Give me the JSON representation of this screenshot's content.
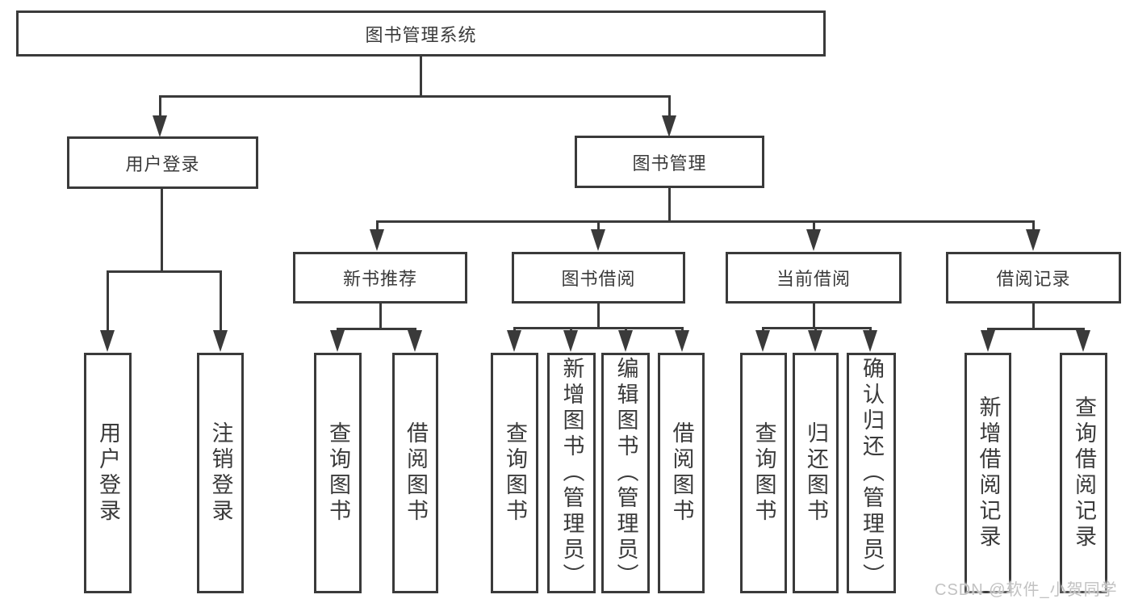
{
  "diagram": {
    "title": "图书管理系统",
    "root": {
      "label": "图书管理系统"
    },
    "branches": {
      "user_login": {
        "label": "用户登录",
        "children": {
          "login": "用户登录",
          "logout": "注销登录"
        }
      },
      "book_mgmt": {
        "label": "图书管理",
        "sections": {
          "new_book": {
            "label": "新书推荐",
            "children": {
              "query": "查询图书",
              "borrow": "借阅图书"
            }
          },
          "borrow": {
            "label": "图书借阅",
            "children": {
              "query": "查询图书",
              "add": "新增图书（管理员）",
              "edit": "编辑图书（管理员）",
              "borrow": "借阅图书"
            }
          },
          "current": {
            "label": "当前借阅",
            "children": {
              "query": "查询图书",
              "return": "归还图书",
              "confirm": "确认归还（管理员）"
            }
          },
          "records": {
            "label": "借阅记录",
            "children": {
              "add": "新增借阅记录",
              "query": "查询借阅记录"
            }
          }
        }
      }
    }
  },
  "watermark": "CSDN @软件_小贺同学",
  "colors": {
    "line": "#3a3a3a",
    "text": "#3a3a3a",
    "watermark": "#c2c2c2",
    "background": "#ffffff"
  }
}
